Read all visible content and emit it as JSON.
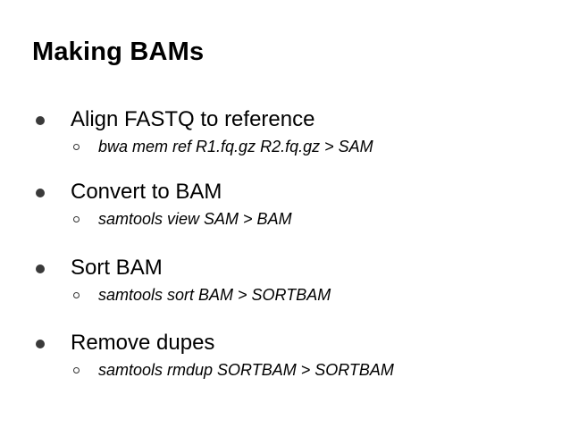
{
  "slide": {
    "title": "Making BAMs",
    "bullets": [
      {
        "text": "Align FASTQ to reference",
        "sub": "bwa mem ref R1.fq.gz R2.fq.gz > SAM"
      },
      {
        "text": "Convert to BAM",
        "sub": "samtools view SAM > BAM"
      },
      {
        "text": "Sort BAM",
        "sub": "samtools sort BAM > SORTBAM"
      },
      {
        "text": "Remove dupes",
        "sub": "samtools rmdup SORTBAM > SORTBAM"
      }
    ]
  },
  "colors": {
    "background": "#ffffff",
    "text": "#000000",
    "bullet": "#3a3a3a"
  }
}
